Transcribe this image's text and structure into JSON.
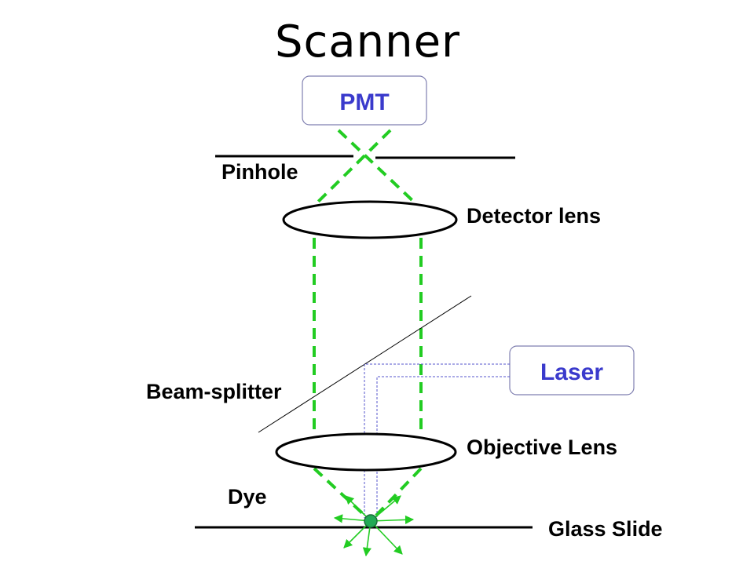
{
  "title": "Scanner",
  "labels": {
    "pmt": "PMT",
    "pinhole": "Pinhole",
    "detector_lens": "Detector lens",
    "laser": "Laser",
    "beam_splitter": "Beam-splitter",
    "objective_lens": "Objective Lens",
    "dye": "Dye",
    "glass_slide": "Glass Slide"
  },
  "colors": {
    "box_text": "#3a3acc",
    "light_path": "#22cc22",
    "laser_path": "#5555cc",
    "dye": "#22aa55"
  }
}
